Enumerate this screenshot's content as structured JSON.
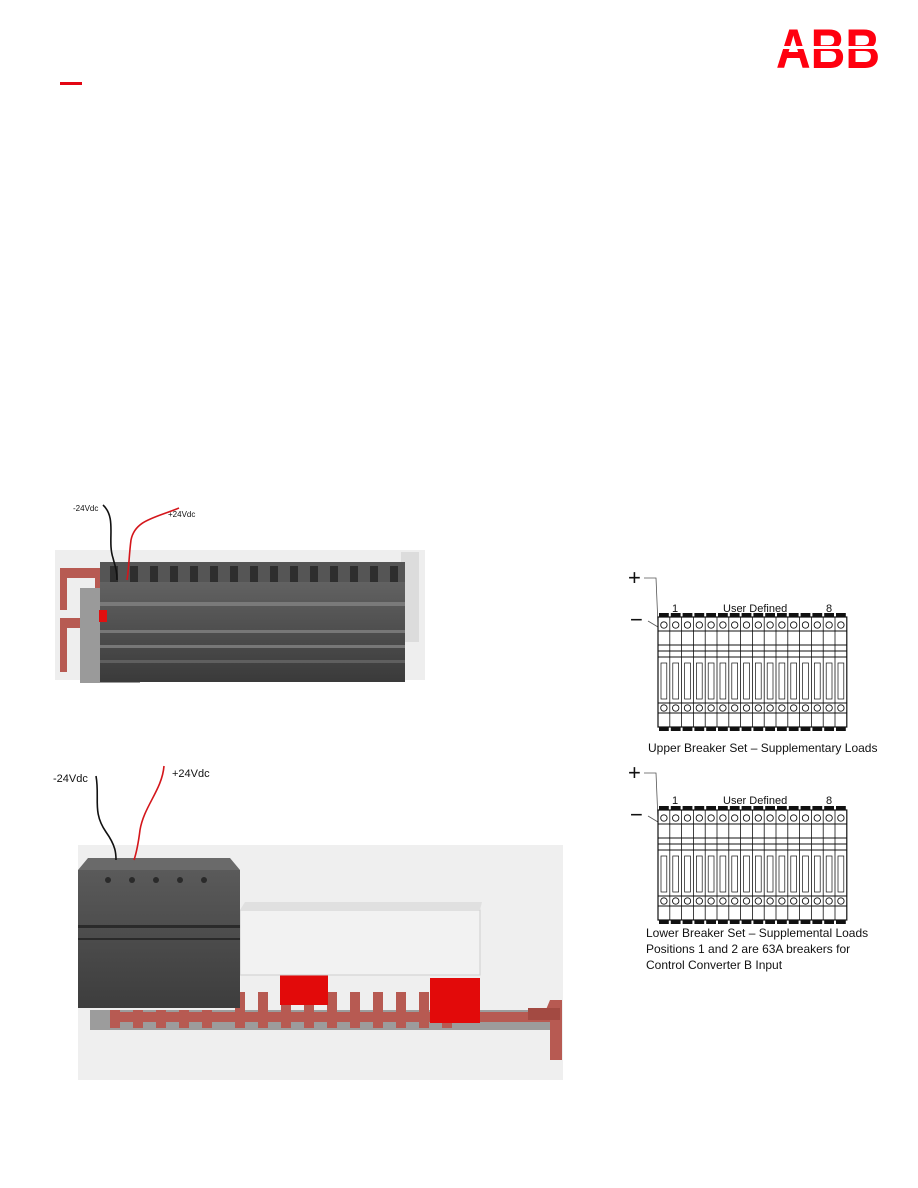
{
  "header": {
    "logo_text": "ABB",
    "brand_color": "#ff000f",
    "accent_dash_color": "#e30613"
  },
  "figure_upper_photo": {
    "neg_label": "-24Vdc",
    "pos_label": "+24Vdc"
  },
  "figure_lower_photo": {
    "neg_label": "-24Vdc",
    "pos_label": "+24Vdc"
  },
  "diagram_upper": {
    "plus_sign": "+",
    "minus_sign": "−",
    "pos_start": "1",
    "center_label": "User Defined",
    "pos_end": "8",
    "caption": "Upper Breaker Set – Supplementary Loads"
  },
  "diagram_lower": {
    "plus_sign": "+",
    "minus_sign": "−",
    "pos_start": "1",
    "center_label": "User Defined",
    "pos_end": "8",
    "caption_lines": [
      "Lower Breaker Set – Supplemental Loads",
      "Positions 1 and 2 are 63A breakers for",
      "Control Converter B Input"
    ]
  }
}
